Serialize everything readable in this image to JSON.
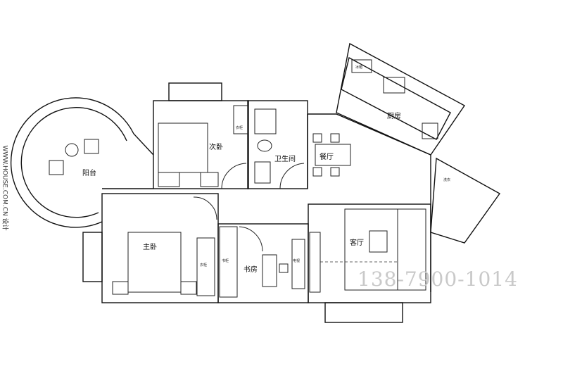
{
  "rooms": {
    "kitchen": "厨房",
    "dining": "餐厅",
    "living": "客厅",
    "second_bedroom": "次卧",
    "bathroom": "卫生间",
    "balcony": "阳台",
    "master_bedroom": "主卧",
    "study": "书房"
  },
  "fixtures": {
    "fridge": "冰箱",
    "wardrobe_1": "衣柜",
    "wardrobe_2": "衣柜",
    "bookcase": "书柜",
    "tv": "电视",
    "washer": "洗衣"
  },
  "watermark": "138-7900-1014",
  "side_text": "WWW.HOUSE.COM.CN 设计"
}
